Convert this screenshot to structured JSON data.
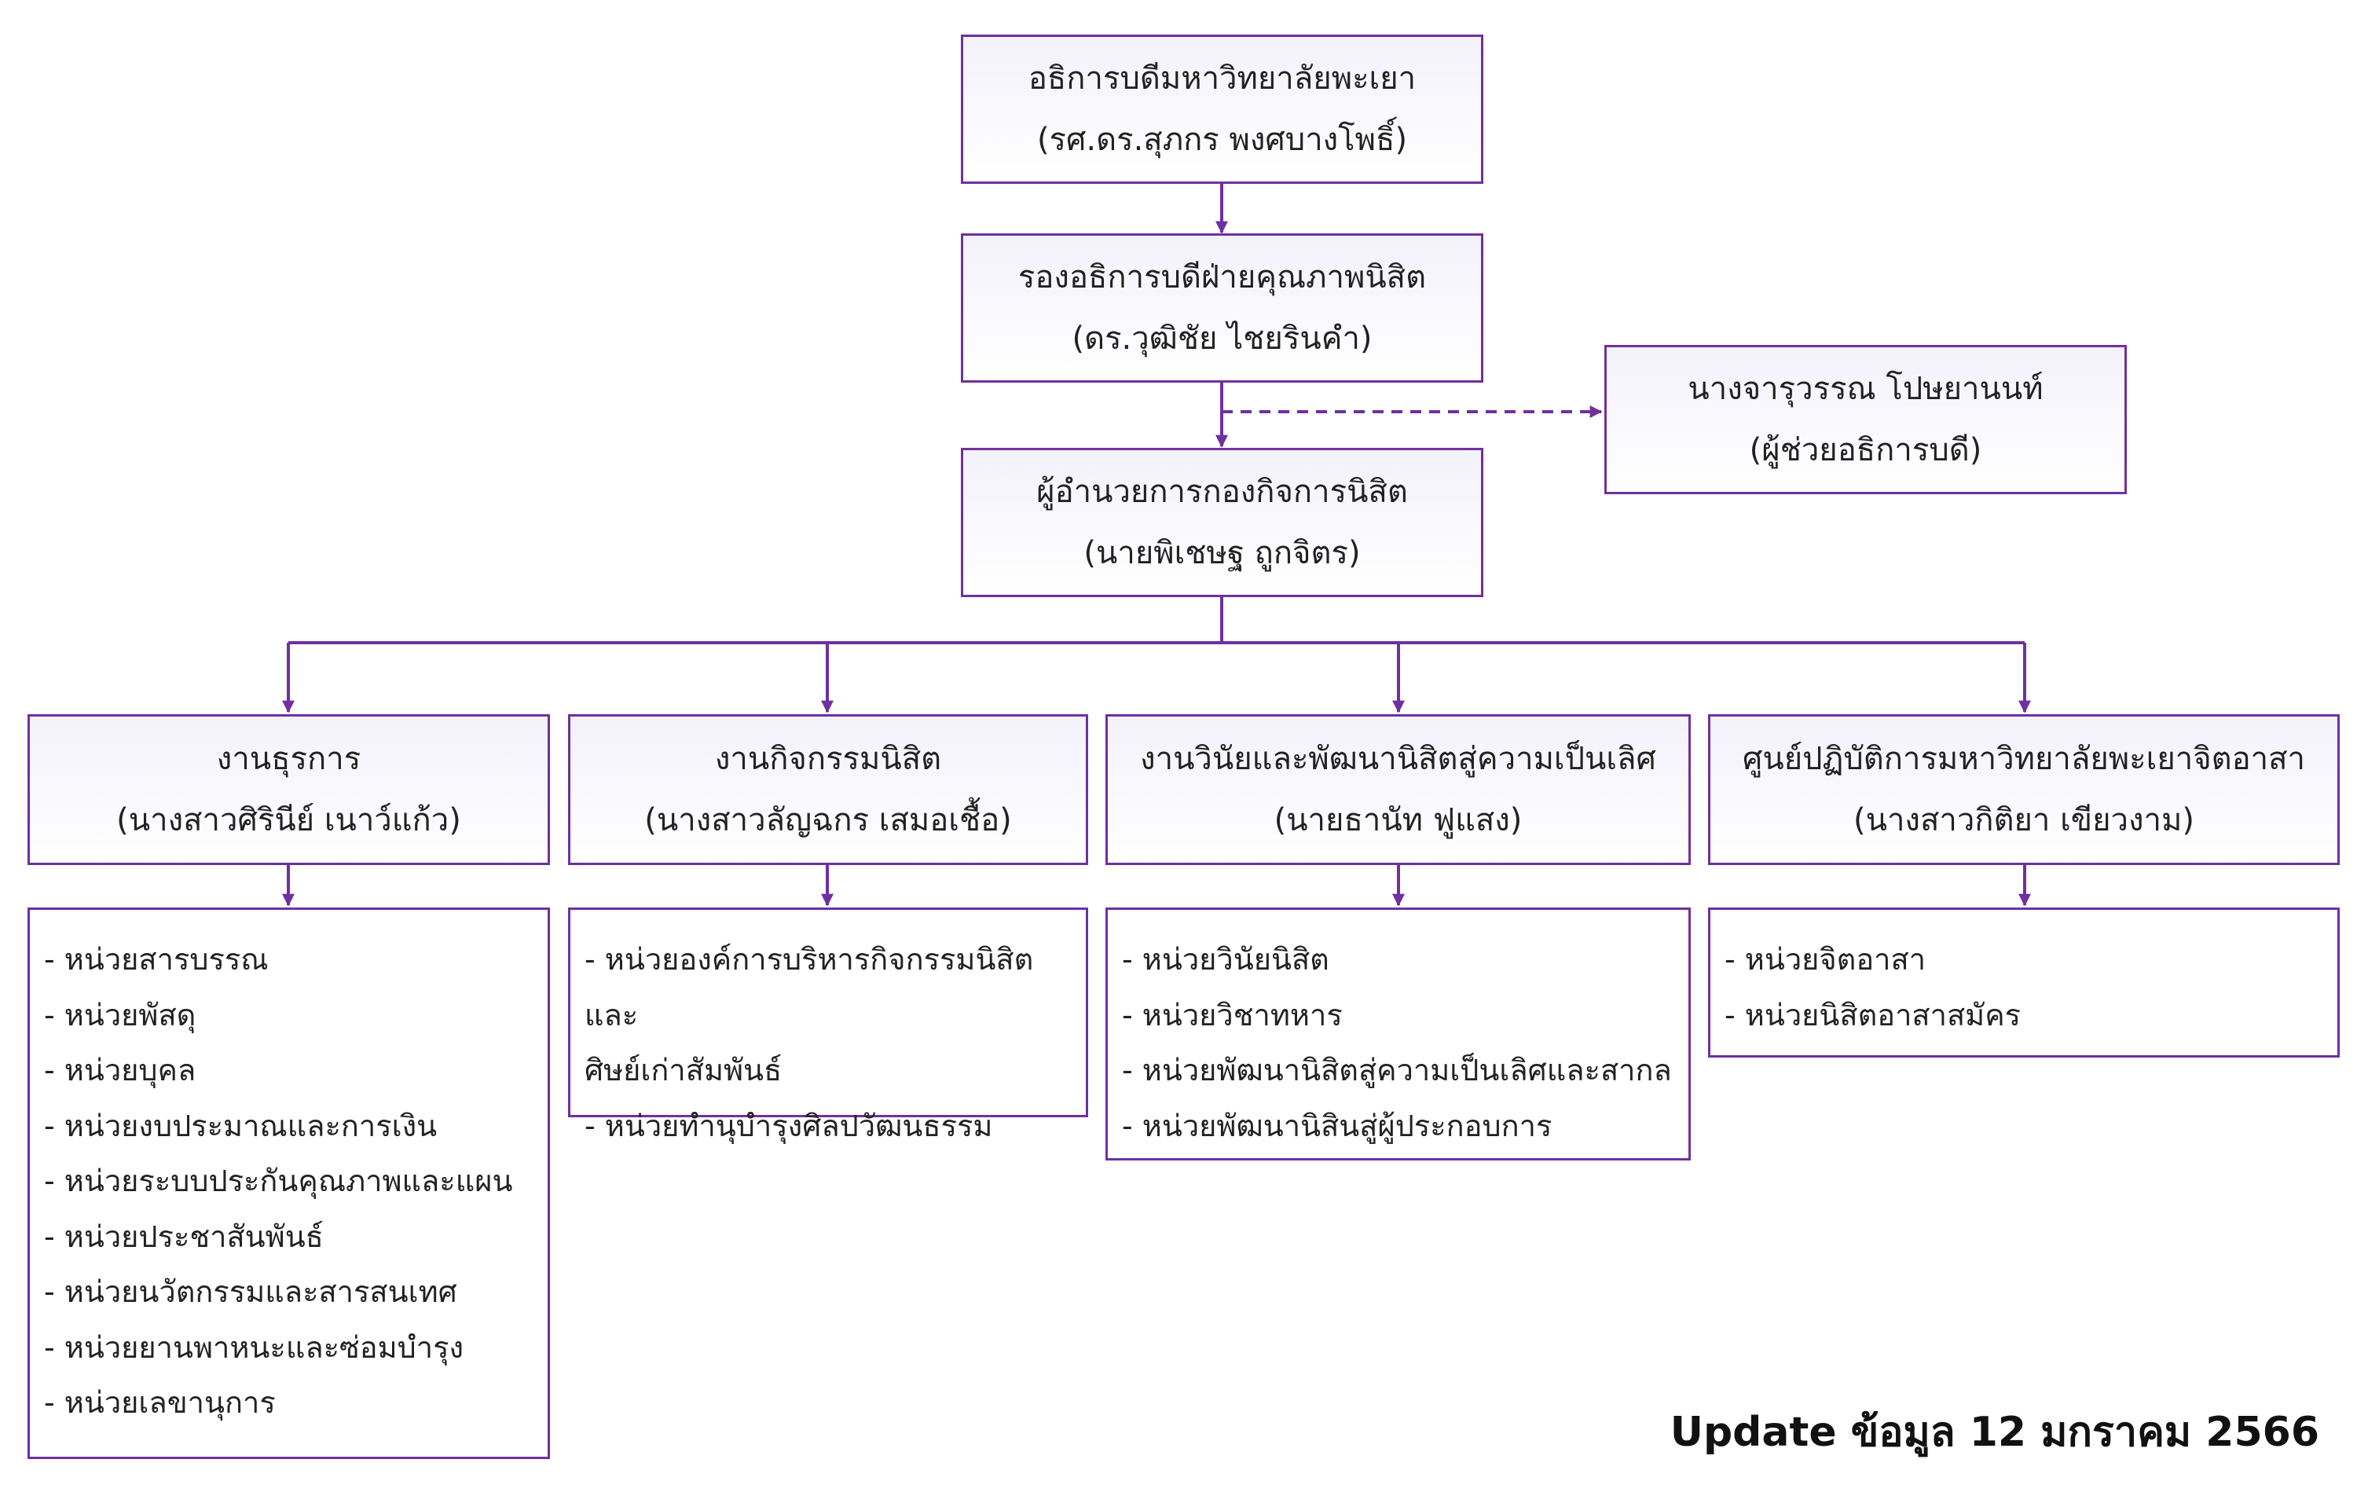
{
  "top": {
    "title": "อธิการบดีมหาวิทยาลัยพะเยา",
    "name": "(รศ.ดร.สุภกร พงศบางโพธิ์)"
  },
  "vice": {
    "title": "รองอธิการบดีฝ่ายคุณภาพนิสิต",
    "name": "(ดร.วุฒิชัย ไชยรินคำ)"
  },
  "assistant": {
    "title": "นางจารุวรรณ โปษยานนท์",
    "name": "(ผู้ช่วยอธิการบดี)"
  },
  "director": {
    "title": "ผู้อำนวยการกองกิจการนิสิต",
    "name": "(นายพิเชษฐ ถูกจิตร)"
  },
  "divisions": [
    {
      "title": "งานธุรการ",
      "name": "(นางสาวศิรินีย์ เนาว์แก้ว)",
      "units": [
        "- หน่วยสารบรรณ",
        "- หน่วยพัสดุ",
        "- หน่วยบุคล",
        "- หน่วยงบประมาณและการเงิน",
        "- หน่วยระบบประกันคุณภาพและแผน",
        "- หน่วยประชาสันพันธ์",
        "- หน่วยนวัตกรรมและสารสนเทศ",
        "- หน่วยยานพาหนะและซ่อมบำรุง",
        "- หน่วยเลขานุการ"
      ]
    },
    {
      "title": "งานกิจกรรมนิสิต",
      "name": "(นางสาวลัญฉกร เสมอเชื้อ)",
      "units": [
        "- หน่วยองค์การบริหารกิจกรรมนิสิตและ",
        "ศิษย์เก่าสัมพันธ์",
        "- หน่วยทำนุบำรุงศิลปวัฒนธรรม"
      ]
    },
    {
      "title": "งานวินัยและพัฒนานิสิตสู่ความเป็นเลิศ",
      "name": "(นายธานัท ฟูแสง)",
      "units": [
        "- หน่วยวินัยนิสิต",
        "- หน่วยวิชาทหาร",
        "- หน่วยพัฒนานิสิตสู่ความเป็นเลิศและสากล",
        "- หน่วยพัฒนานิสินสู่ผู้ประกอบการ"
      ]
    },
    {
      "title": "ศูนย์ปฏิบัติการมหาวิทยาลัยพะเยาจิตอาสา",
      "name": "(นางสาวกิติยา เขียวงาม)",
      "units": [
        "- หน่วยจิตอาสา",
        "- หน่วยนิสิตอาสาสมัคร"
      ]
    }
  ],
  "footer": {
    "update": "Update ข้อมูล 12 มกราคม 2566"
  },
  "colors": {
    "line": "#7030a0",
    "box_fill_top": "#f3f2fb"
  }
}
